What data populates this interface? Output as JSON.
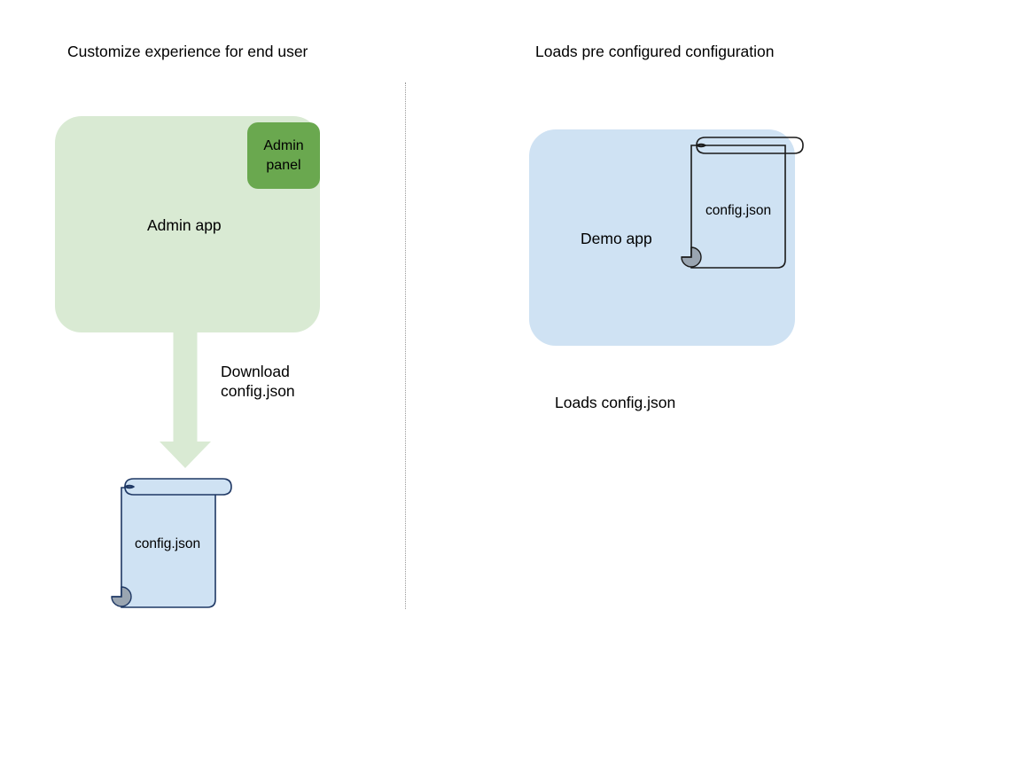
{
  "diagram": {
    "background": "#ffffff",
    "columns": [
      {
        "title": "Customize experience for end user",
        "app_box": {
          "label": "Admin app",
          "fill": "#d9ead3",
          "chip": {
            "label": "Admin\npanel",
            "line1": "Admin",
            "line2": "panel",
            "fill": "#6aa84f"
          }
        },
        "arrow": {
          "label_line1": "Download",
          "label_line2": "config.json",
          "fill": "#d9ead3"
        },
        "document": {
          "label": "config.json",
          "fill": "#cfe2f3",
          "stroke": "#1f3864",
          "curl_fill": "#9aa5b1"
        }
      },
      {
        "title": "Loads pre configured configuration",
        "app_box": {
          "label": "Demo app",
          "fill": "#cfe2f3"
        },
        "document": {
          "label": "config.json",
          "fill": "transparent",
          "stroke": "#1a1a1a",
          "curl_fill": "#9aa5b1"
        },
        "caption": "Loads config.json"
      }
    ],
    "divider": {
      "style": "dotted",
      "color": "#9a9a9a"
    }
  }
}
